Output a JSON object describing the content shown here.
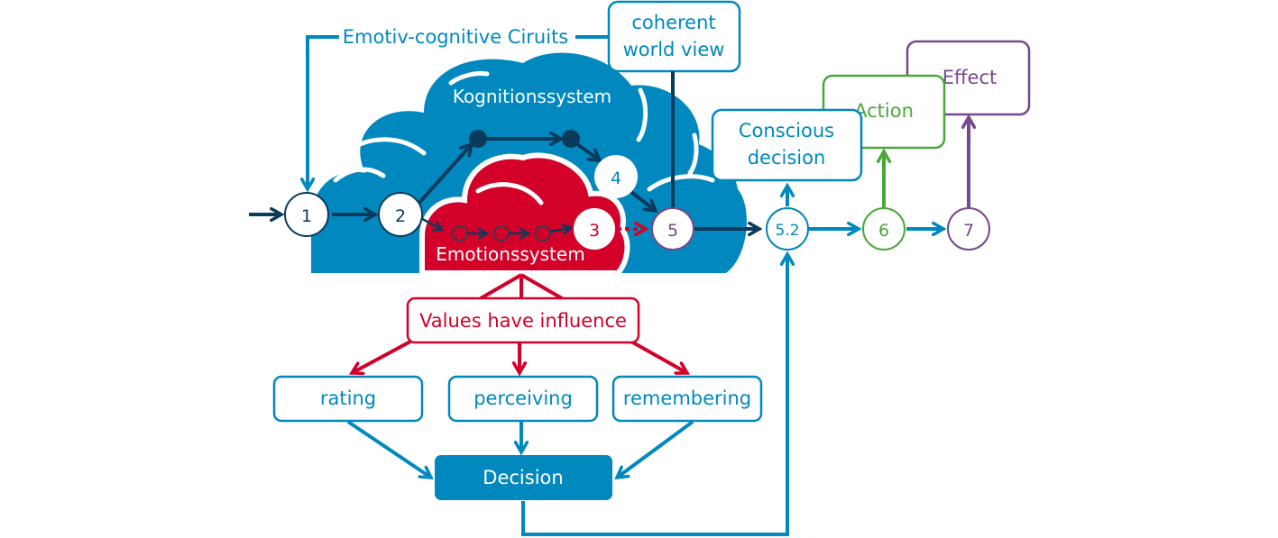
{
  "colors": {
    "blue": "#0088bf",
    "navy": "#0a3a5c",
    "red": "#d3002a",
    "green": "#4aa83a",
    "purple": "#74498f",
    "white": "#ffffff"
  },
  "circuit_label": "Emotiv-cognitive Ciruits",
  "world_view": {
    "line1": "coherent",
    "line2": "world view"
  },
  "cognition_label": "Kognitionssystem",
  "emotion_label": "Emotionssystem",
  "nodes": {
    "n1": "1",
    "n2": "2",
    "n3": "3",
    "n4": "4",
    "n5": "5",
    "n52": "5.2",
    "n6": "6",
    "n7": "7"
  },
  "conscious": {
    "line1": "Conscious",
    "line2": "decision"
  },
  "action": "Action",
  "effect": "Effect",
  "values": "Values have influence",
  "factors": {
    "rating": "rating",
    "perceiving": "perceiving",
    "remembering": "remembering"
  },
  "decision": "Decision"
}
